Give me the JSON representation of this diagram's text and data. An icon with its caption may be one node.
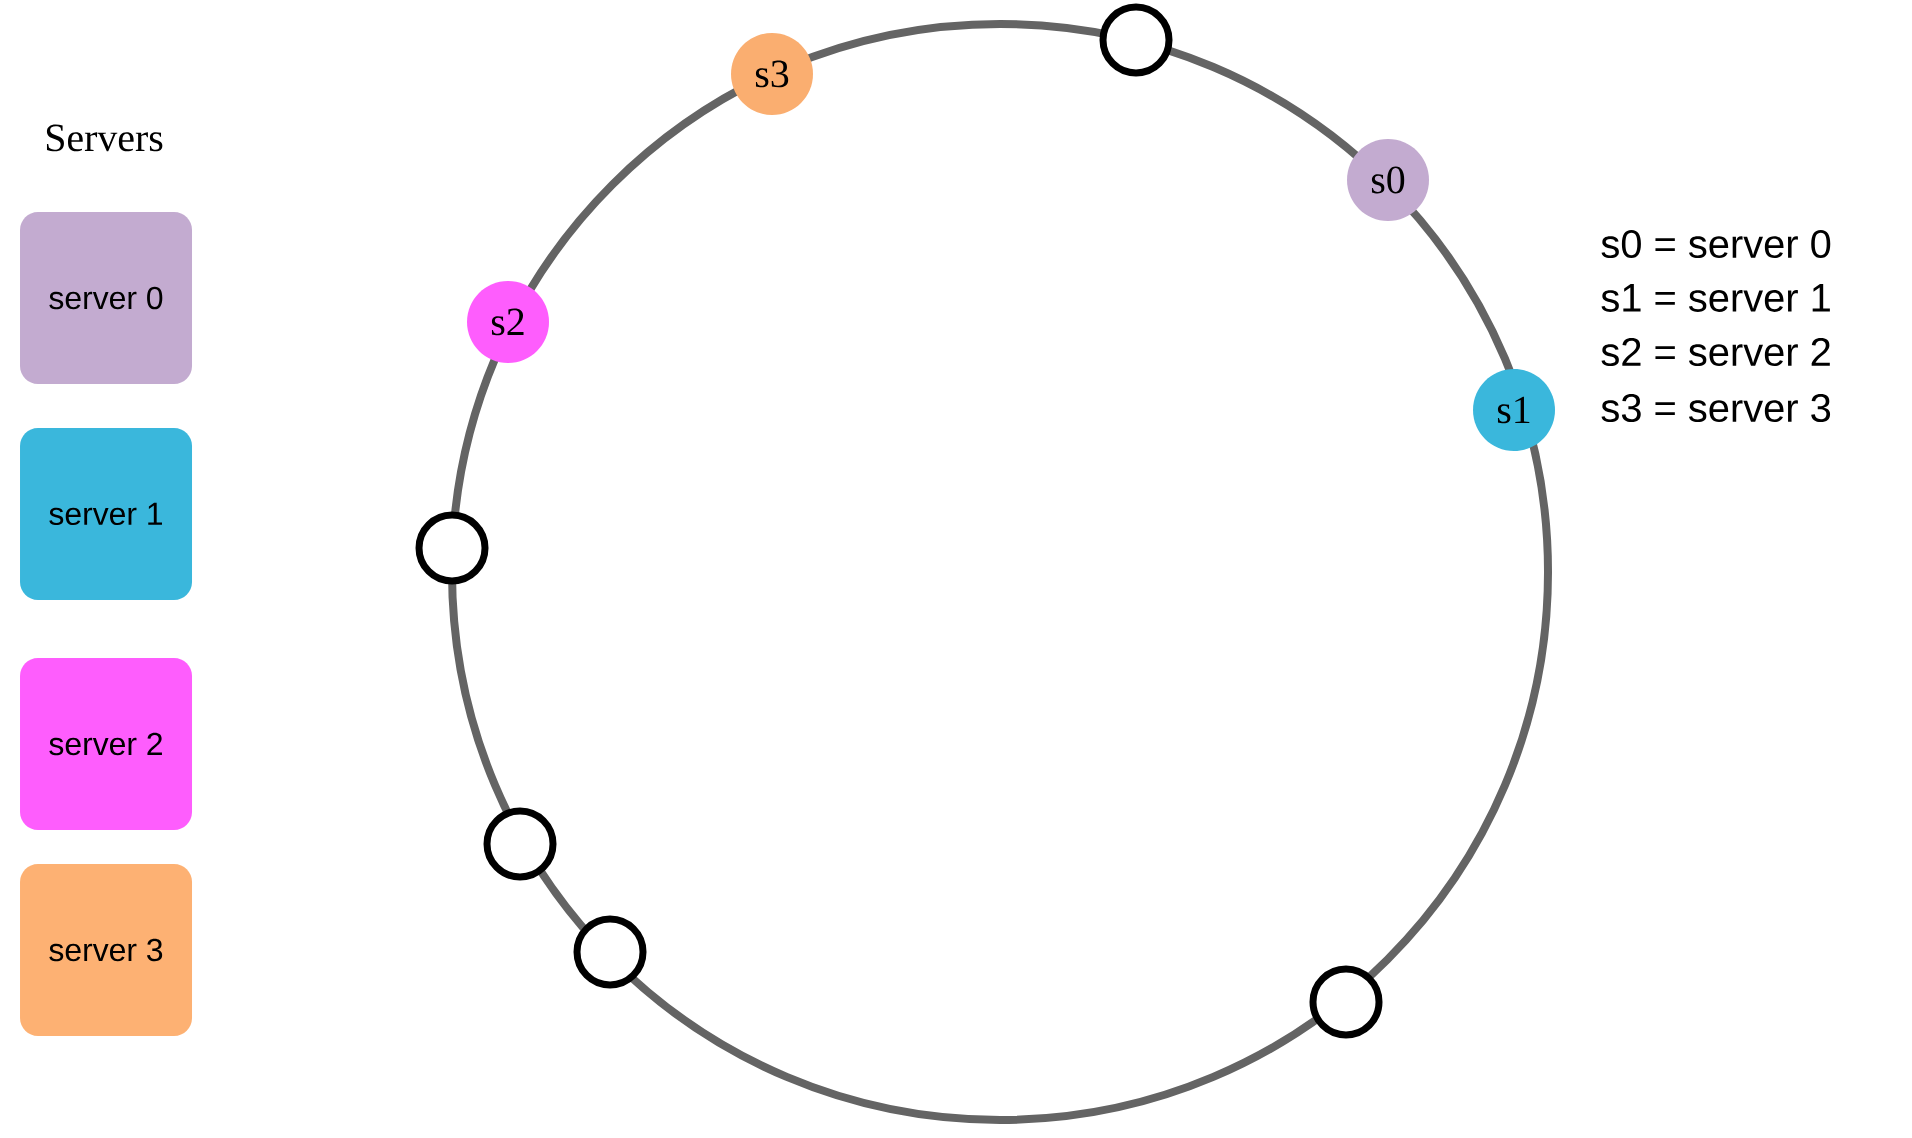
{
  "diagram": {
    "nodes": [
      {
        "text": [
          "server 0"
        ]
      },
      {
        "text": [
          "server 1"
        ]
      },
      {
        "text": [
          "server 2"
        ]
      },
      {
        "text": [
          "server 3"
        ]
      },
      {
        "text": [
          "s3"
        ]
      },
      {
        "text": [],
        "shape": "circle"
      },
      {
        "text": [
          "s0"
        ]
      },
      {
        "text": [
          "s2"
        ]
      },
      {
        "text": [
          "s1"
        ]
      },
      {
        "text": [],
        "shape": "circle"
      },
      {
        "text": [],
        "shape": "circle"
      },
      {
        "text": [],
        "shape": "circle"
      },
      {
        "text": [],
        "shape": "circle"
      }
    ],
    "edges": [],
    "labels": [
      "Servers",
      "s0 = server 0",
      "s1 = server 1",
      "s2 = server 2",
      "s3 = server 3"
    ]
  }
}
